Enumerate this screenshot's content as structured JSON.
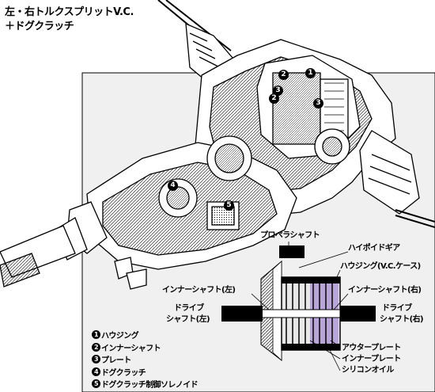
{
  "title": {
    "line1": "左・右トルクスプリットV.C.",
    "line2": "＋ドグクラッチ"
  },
  "callouts": [
    "1",
    "2",
    "3",
    "3",
    "2",
    "4",
    "5"
  ],
  "schematic": {
    "propeller_shaft": "プロペラシャフト",
    "hypoid_gear": "ハイポイドギア",
    "housing_vc_case": "ハウジング(V.C.ケース)",
    "inner_shaft_left": "インナーシャフト(左)",
    "inner_shaft_right": "インナーシャフト(右)",
    "drive_shaft_left_1": "ドライブ",
    "drive_shaft_left_2": "シャフト(左)",
    "drive_shaft_right_1": "ドライブ",
    "drive_shaft_right_2": "シャフト(右)",
    "outer_plate": "アウタープレート",
    "inner_plate": "インナープレート",
    "silicone_oil": "シリコンオイル"
  },
  "legend": [
    {
      "num": "1",
      "label": "ハウジング"
    },
    {
      "num": "2",
      "label": "インナーシャフト"
    },
    {
      "num": "3",
      "label": "プレート"
    },
    {
      "num": "4",
      "label": "ドグクラッチ"
    },
    {
      "num": "5",
      "label": "ドグクラッチ制御ソレノイド"
    }
  ],
  "colors": {
    "ink": "#000000",
    "panel": "#f0f0f0",
    "silicone_oil": "#b9a6d8"
  }
}
